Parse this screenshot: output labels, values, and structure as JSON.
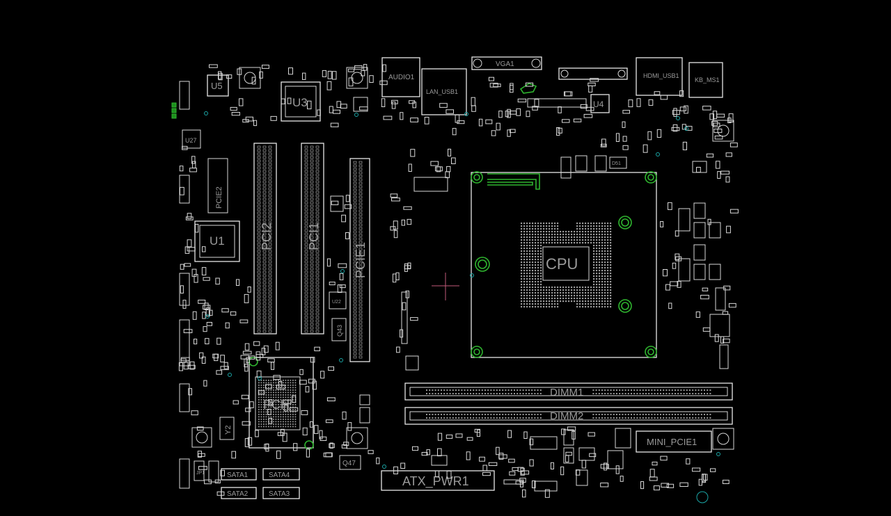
{
  "board": {
    "labels": {
      "cpu": "CPU",
      "pch": "PCH",
      "u1": "U1",
      "u3": "U3",
      "u4": "U4",
      "u5": "U5",
      "u27": "U27",
      "pcie1": "PCIE1",
      "pcie2": "PCIE2",
      "pci1": "PCI1",
      "pci2": "PCI2",
      "dimm1": "DIMM1",
      "dimm2": "DIMM2",
      "atx_pwr1": "ATX_PWR1",
      "mini_pcie1": "MINI_PCIE1",
      "audio1": "AUDIO1",
      "vga1": "VGA1",
      "hdmi_usb1": "HDMI_USB1",
      "kb_ms1": "KB_MS1",
      "lan_usb1": "LAN_USB1",
      "sata1": "SATA1",
      "sata2": "SATA2",
      "sata3": "SATA3",
      "sata4": "SATA4",
      "q47": "Q47",
      "q43": "Q43",
      "y2": "Y2",
      "jp1": "JP1",
      "u22": "U22",
      "d51": "D51"
    },
    "colors": {
      "background": "#000000",
      "outline": "#d8d8d8",
      "highlight_green": "#2fb52f",
      "via_cyan": "#1aa6a6",
      "cursor_pink": "#c25a7a"
    }
  }
}
